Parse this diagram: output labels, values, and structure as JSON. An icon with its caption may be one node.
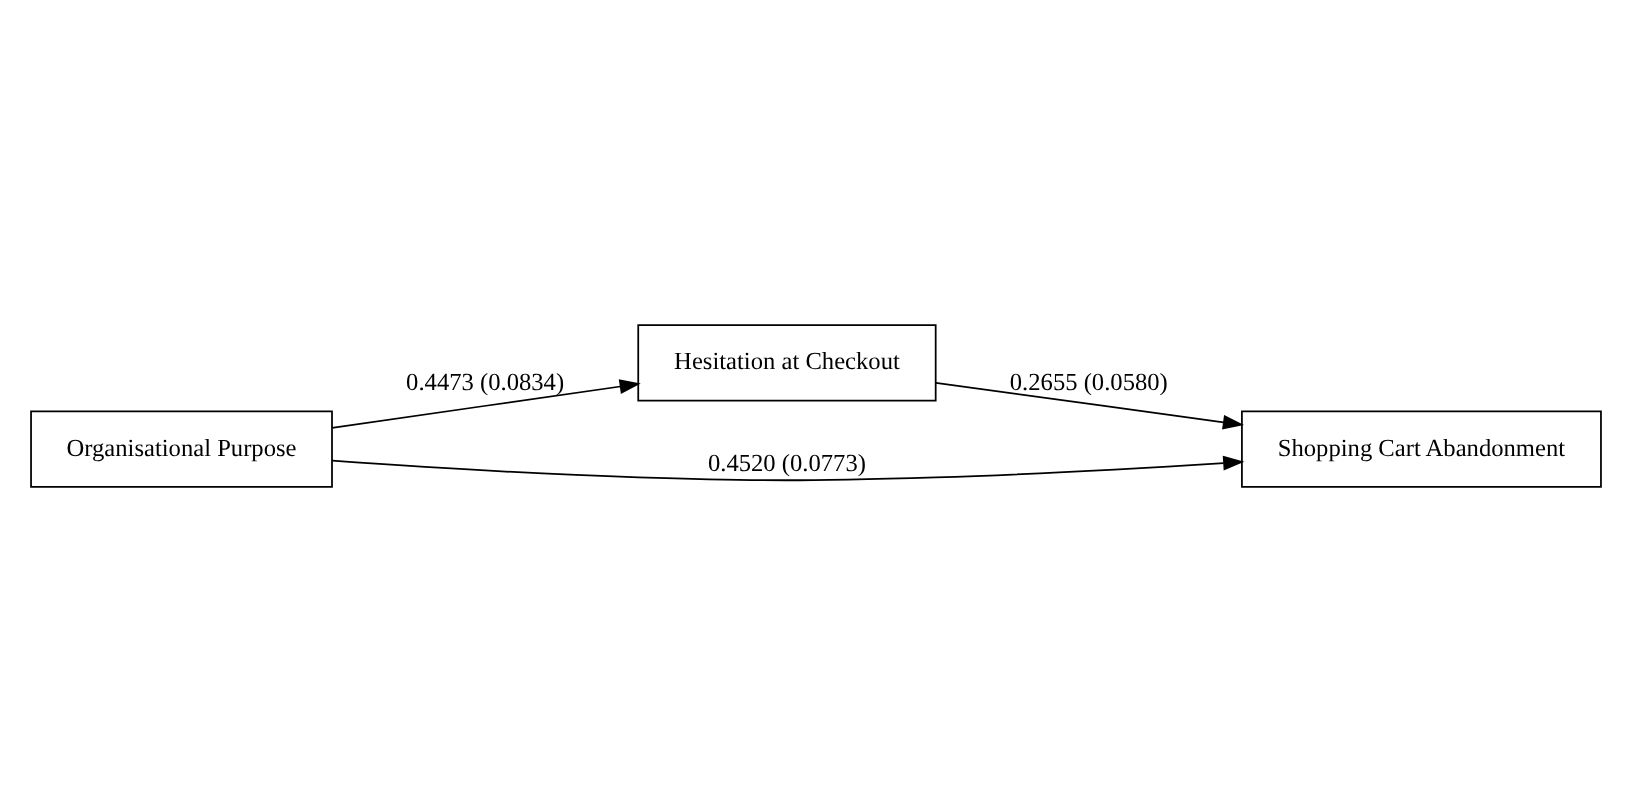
{
  "diagram": {
    "nodes": [
      {
        "text": [
          "Hesitation at Checkout"
        ]
      },
      {
        "text": [
          "Organisational Purpose"
        ]
      },
      {
        "text": [
          "Shopping Cart Abandonment"
        ]
      }
    ],
    "edges": [
      {
        "from": 1,
        "to": 0,
        "arrow": "to",
        "label": "0.4473 (0.0834)"
      },
      {
        "from": 0,
        "to": 2,
        "arrow": "to",
        "label": "0.2655 (0.0580)"
      },
      {
        "from": 1,
        "to": 2,
        "arrow": "to",
        "label": "0.4520 (0.0773)"
      }
    ]
  }
}
